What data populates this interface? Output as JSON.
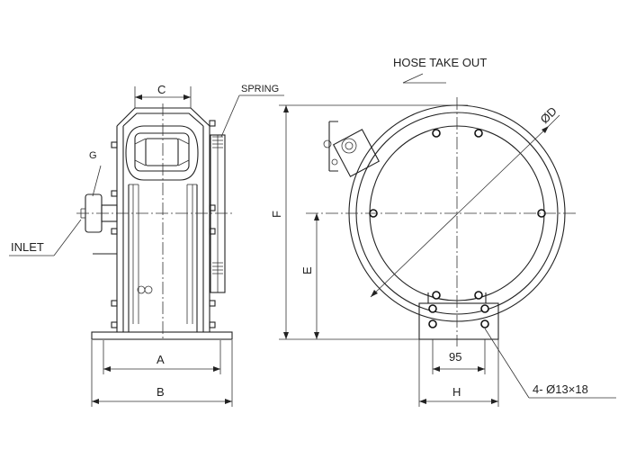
{
  "labels": {
    "hose_take_out": "HOSE TAKE OUT",
    "spring": "SPRING",
    "inlet": "INLET",
    "g": "G",
    "c": "C",
    "a": "A",
    "b": "B",
    "f": "F",
    "e": "E",
    "d": "ØD",
    "h": "H",
    "dim_95": "95",
    "holes": "4- Ø13×18"
  }
}
